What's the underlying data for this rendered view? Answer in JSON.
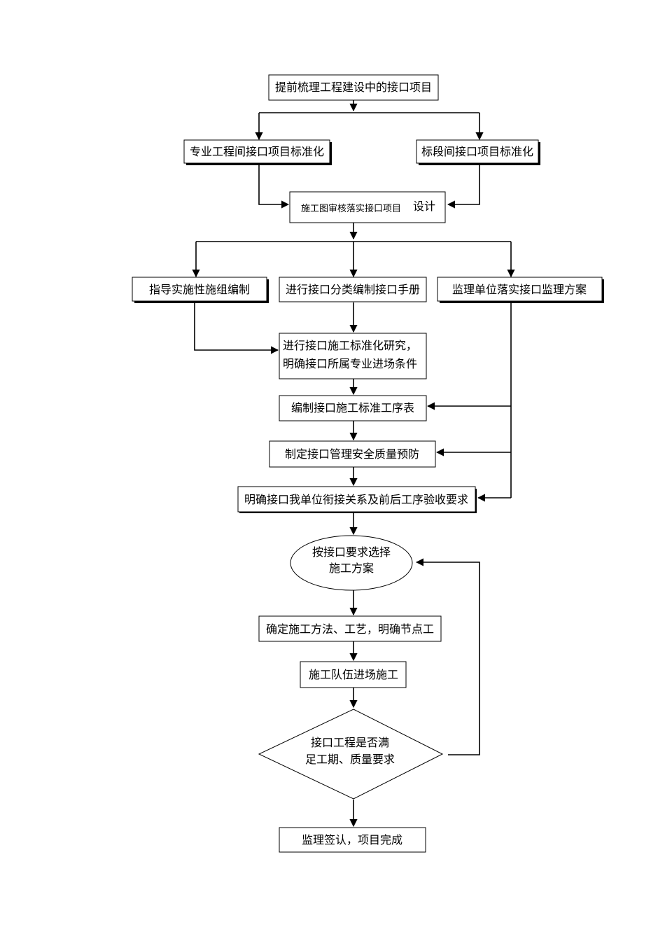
{
  "nodes": {
    "n1": "提前梳理工程建设中的接口项目",
    "n2a": "专业工程间接口项目标准化",
    "n2b": "标段间接口项目标准化",
    "n3_part1": "施工图审核落实接口项目",
    "n3_part2": "设计",
    "n4a": "指导实施性施组编制",
    "n4b": "进行接口分类编制接口手册",
    "n4c": "监理单位落实接口监理方案",
    "n5_line1": "进行接口施工标准化研究，",
    "n5_line2": "明确接口所属专业进场条件",
    "n6": "编制接口施工标准工序表",
    "n7": "制定接口管理安全质量预防",
    "n8": "明确接口我单位衔接关系及前后工序验收要求",
    "n9_line1": "按接口要求选择",
    "n9_line2": "施工方案",
    "n10": "确定施工方法、工艺，明确节点工",
    "n11": "施工队伍进场施工",
    "n12_line1": "接口工程是否满",
    "n12_line2": "足工期、质量要求",
    "n13": "监理签认，项目完成"
  }
}
